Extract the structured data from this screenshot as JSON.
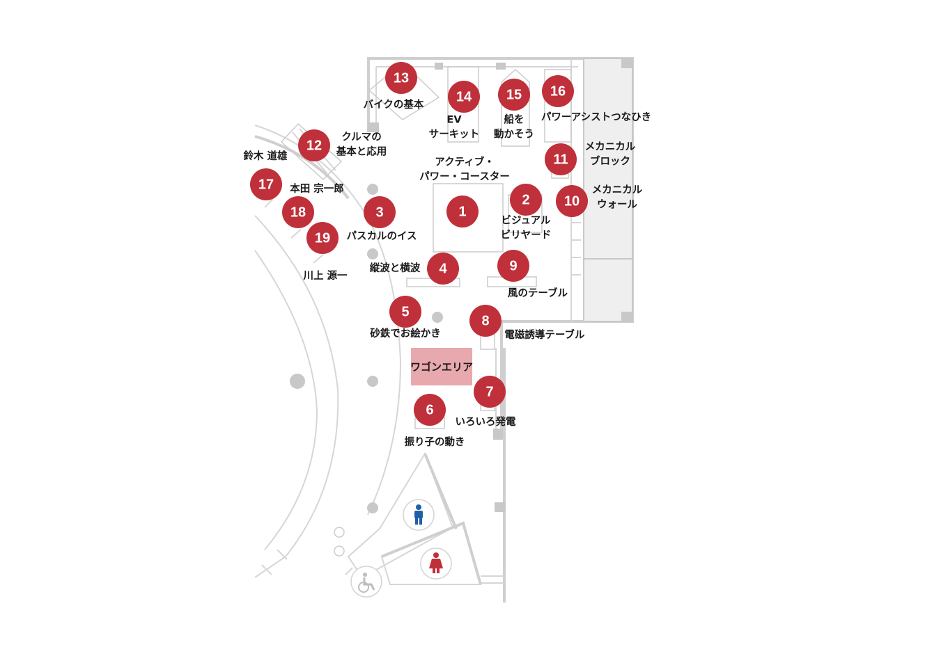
{
  "markers": [
    {
      "id": "1",
      "label_lines": [
        "アクティブ・",
        "パワー・コースター"
      ]
    },
    {
      "id": "2",
      "label_lines": [
        "ビジュアル",
        "ビリヤード"
      ]
    },
    {
      "id": "3",
      "label_lines": [
        "パスカルのイス"
      ]
    },
    {
      "id": "4",
      "label_lines": [
        "縦波と横波"
      ]
    },
    {
      "id": "5",
      "label_lines": [
        "砂鉄でお絵かき"
      ]
    },
    {
      "id": "6",
      "label_lines": [
        "振り子の動き"
      ]
    },
    {
      "id": "7",
      "label_lines": [
        "いろいろ発電"
      ]
    },
    {
      "id": "8",
      "label_lines": [
        "電磁誘導テーブル"
      ]
    },
    {
      "id": "9",
      "label_lines": [
        "風のテーブル"
      ]
    },
    {
      "id": "10",
      "label_lines": [
        "メカニカル",
        "ウォール"
      ]
    },
    {
      "id": "11",
      "label_lines": [
        "メカニカル",
        "ブロック"
      ]
    },
    {
      "id": "12",
      "label_lines": [
        "クルマの",
        "基本と応用"
      ]
    },
    {
      "id": "13",
      "label_lines": [
        "バイクの基本"
      ]
    },
    {
      "id": "14",
      "label_lines": [
        "EV",
        "サーキット"
      ]
    },
    {
      "id": "15",
      "label_lines": [
        "船を",
        "動かそう"
      ]
    },
    {
      "id": "16",
      "label_lines": [
        "パワーアシストつなひき"
      ]
    },
    {
      "id": "17",
      "label_lines": [
        "鈴木 道雄"
      ]
    },
    {
      "id": "18",
      "label_lines": [
        "本田 宗一郎"
      ]
    },
    {
      "id": "19",
      "label_lines": [
        "川上 源一"
      ]
    }
  ],
  "wagon_area": {
    "label": "ワゴンエリア",
    "color": "#e8a9ae"
  },
  "colors": {
    "marker": "#c0303a",
    "male": "#1f5fa8",
    "female": "#c0303a",
    "wall": "#cfcfcf"
  },
  "icons": [
    "male-restroom-icon",
    "female-restroom-icon",
    "wheelchair-icon"
  ]
}
